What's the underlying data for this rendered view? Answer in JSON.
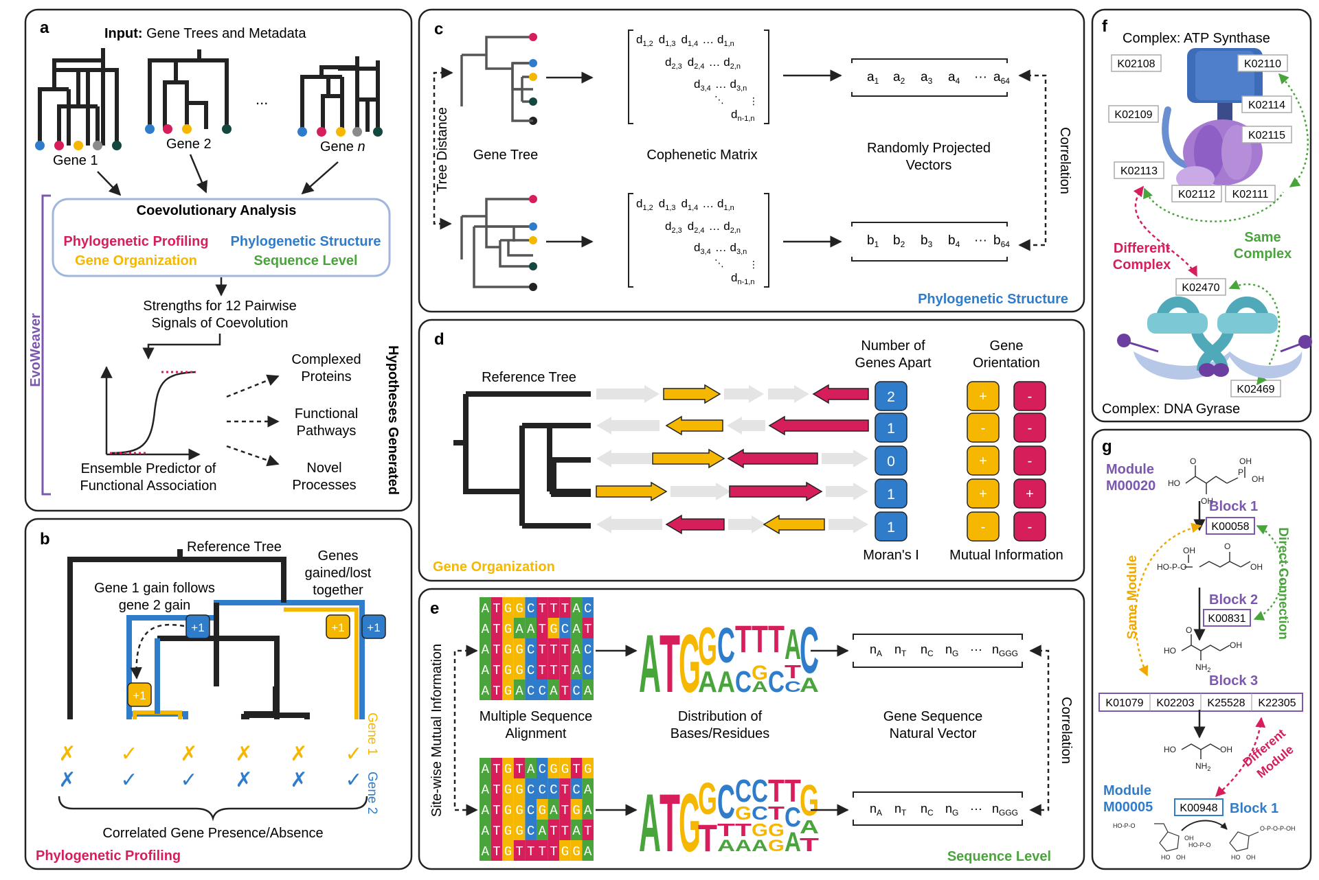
{
  "colors": {
    "pink": "#d61f5a",
    "blue": "#2f7ccb",
    "yellow": "#f5b700",
    "green": "#4aa43c",
    "gray": "#8b8b8b",
    "dark": "#14473f",
    "purple": "#7b57b0",
    "black": "#222222"
  },
  "panel_a": {
    "letter": "a",
    "input_bold": "Input:",
    "input_rest": " Gene Trees and Metadata",
    "gene1": "Gene 1",
    "gene2": "Gene 2",
    "genen_prefix": "Gene ",
    "genen_n": "n",
    "ellipsis": "...",
    "coevo_title": "Coevolutionary Analysis",
    "signals": {
      "pp": "Phylogenetic Profiling",
      "ps": "Phylogenetic Structure",
      "go": "Gene Organization",
      "sl": "Sequence Level"
    },
    "strengths_l1": "Strengths for 12 Pairwise",
    "strengths_l2": "Signals of Coevolution",
    "ens_l1": "Ensemble Predictor of",
    "ens_l2": "Functional Association",
    "out1_l1": "Complexed",
    "out1_l2": "Proteins",
    "out2_l1": "Functional",
    "out2_l2": "Pathways",
    "out3_l1": "Novel",
    "out3_l2": "Processes",
    "evoweaver": "EvoWeaver",
    "hypotheses": "Hypotheses Generated"
  },
  "panel_b": {
    "letter": "b",
    "ref_tree": "Reference Tree",
    "gain_l1": "Gene 1 gain follows",
    "gain_l2": "gene 2 gain",
    "genes_l1": "Genes",
    "genes_l2": "gained/lost",
    "genes_l3": "together",
    "plus1": "+1",
    "gene1_label": "Gene 1",
    "gene2_label": "Gene 2",
    "gene1_marks": [
      "✗",
      "✓",
      "✗",
      "✗",
      "✗",
      "✓"
    ],
    "gene2_marks": [
      "✗",
      "✓",
      "✓",
      "✗",
      "✗",
      "✓"
    ],
    "correlated": "Correlated Gene Presence/Absence",
    "footer": "Phylogenetic Profiling"
  },
  "panel_c": {
    "letter": "c",
    "gene_tree": "Gene Tree",
    "cophenetic": "Cophenetic Matrix",
    "rand_l1": "Randomly Projected",
    "rand_l2": "Vectors",
    "tree_distance": "Tree Distance",
    "correlation": "Correlation",
    "vector_a": [
      "a",
      "a",
      "a",
      "a",
      "···",
      "a"
    ],
    "vector_a_sub": [
      "1",
      "2",
      "3",
      "4",
      "",
      "64"
    ],
    "vector_b": [
      "b",
      "b",
      "b",
      "b",
      "···",
      "b"
    ],
    "vector_b_sub": [
      "1",
      "2",
      "3",
      "4",
      "",
      "64"
    ],
    "footer": "Phylogenetic Structure"
  },
  "panel_d": {
    "letter": "d",
    "ref_tree": "Reference Tree",
    "num_apart_l1": "Number of",
    "num_apart_l2": "Genes Apart",
    "orient_l1": "Gene",
    "orient_l2": "Orientation",
    "apart_values": [
      "2",
      "1",
      "0",
      "1",
      "1"
    ],
    "orient_yellow": [
      "+",
      "-",
      "+",
      "+",
      "-"
    ],
    "orient_pink": [
      "-",
      "-",
      "-",
      "+",
      "-"
    ],
    "morans": "Moran's I",
    "mutual": "Mutual Information",
    "footer": "Gene Organization"
  },
  "panel_e": {
    "letter": "e",
    "msa_top": [
      "ATGGCTTTAC",
      "ATGAATGCAT",
      "ATGGCTTTAC",
      "ATGGCTTTAC",
      "ATGACCATCA"
    ],
    "msa_bottom": [
      "ATGTACGGTG",
      "ATGGCCCTCA",
      "ATGGCGATGA",
      "ATGGCATTAT",
      "ATGTTTTGGA"
    ],
    "msa_l1": "Multiple Sequence",
    "msa_l2": "Alignment",
    "dist_l1": "Distribution of",
    "dist_l2": "Bases/Residues",
    "vec_l1": "Gene Sequence",
    "vec_l2": "Natural Vector",
    "vec_items": [
      "n",
      "n",
      "n",
      "n",
      "···",
      "n"
    ],
    "vec_subs": [
      "A",
      "T",
      "C",
      "G",
      "",
      "GGG"
    ],
    "site_wise": "Site-wise Mutual Information",
    "correlation": "Correlation",
    "footer": "Sequence Level"
  },
  "panel_f": {
    "letter": "f",
    "title": "Complex: ATP Synthase",
    "k_labels": [
      "K02108",
      "K02110",
      "K02109",
      "K02114",
      "K02115",
      "K02113",
      "K02112",
      "K02111",
      "K02470",
      "K02469"
    ],
    "same_l1": "Same",
    "same_l2": "Complex",
    "diff_l1": "Different",
    "diff_l2": "Complex",
    "gyrase": "Complex: DNA Gyrase"
  },
  "panel_g": {
    "letter": "g",
    "module1_l1": "Module",
    "module1_l2": "M00020",
    "block1": "Block 1",
    "block2": "Block 2",
    "block3": "Block 3",
    "k00058": "K00058",
    "k00831": "K00831",
    "block3_ks": [
      "K01079",
      "K02203",
      "K25528",
      "K22305"
    ],
    "same_module": "Same Module",
    "direct": "Direct Connection",
    "diff_module_l1": "Different",
    "diff_module_l2": "Module",
    "module2_l1": "Module",
    "module2_l2": "M00005",
    "k00948": "K00948",
    "block1b": "Block 1",
    "chem": {
      "oh": "OH",
      "ho": "HO",
      "nh2": "NH",
      "sub2": "2",
      "hopo": "HO-P-O",
      "o": "O",
      "p": "P"
    }
  }
}
